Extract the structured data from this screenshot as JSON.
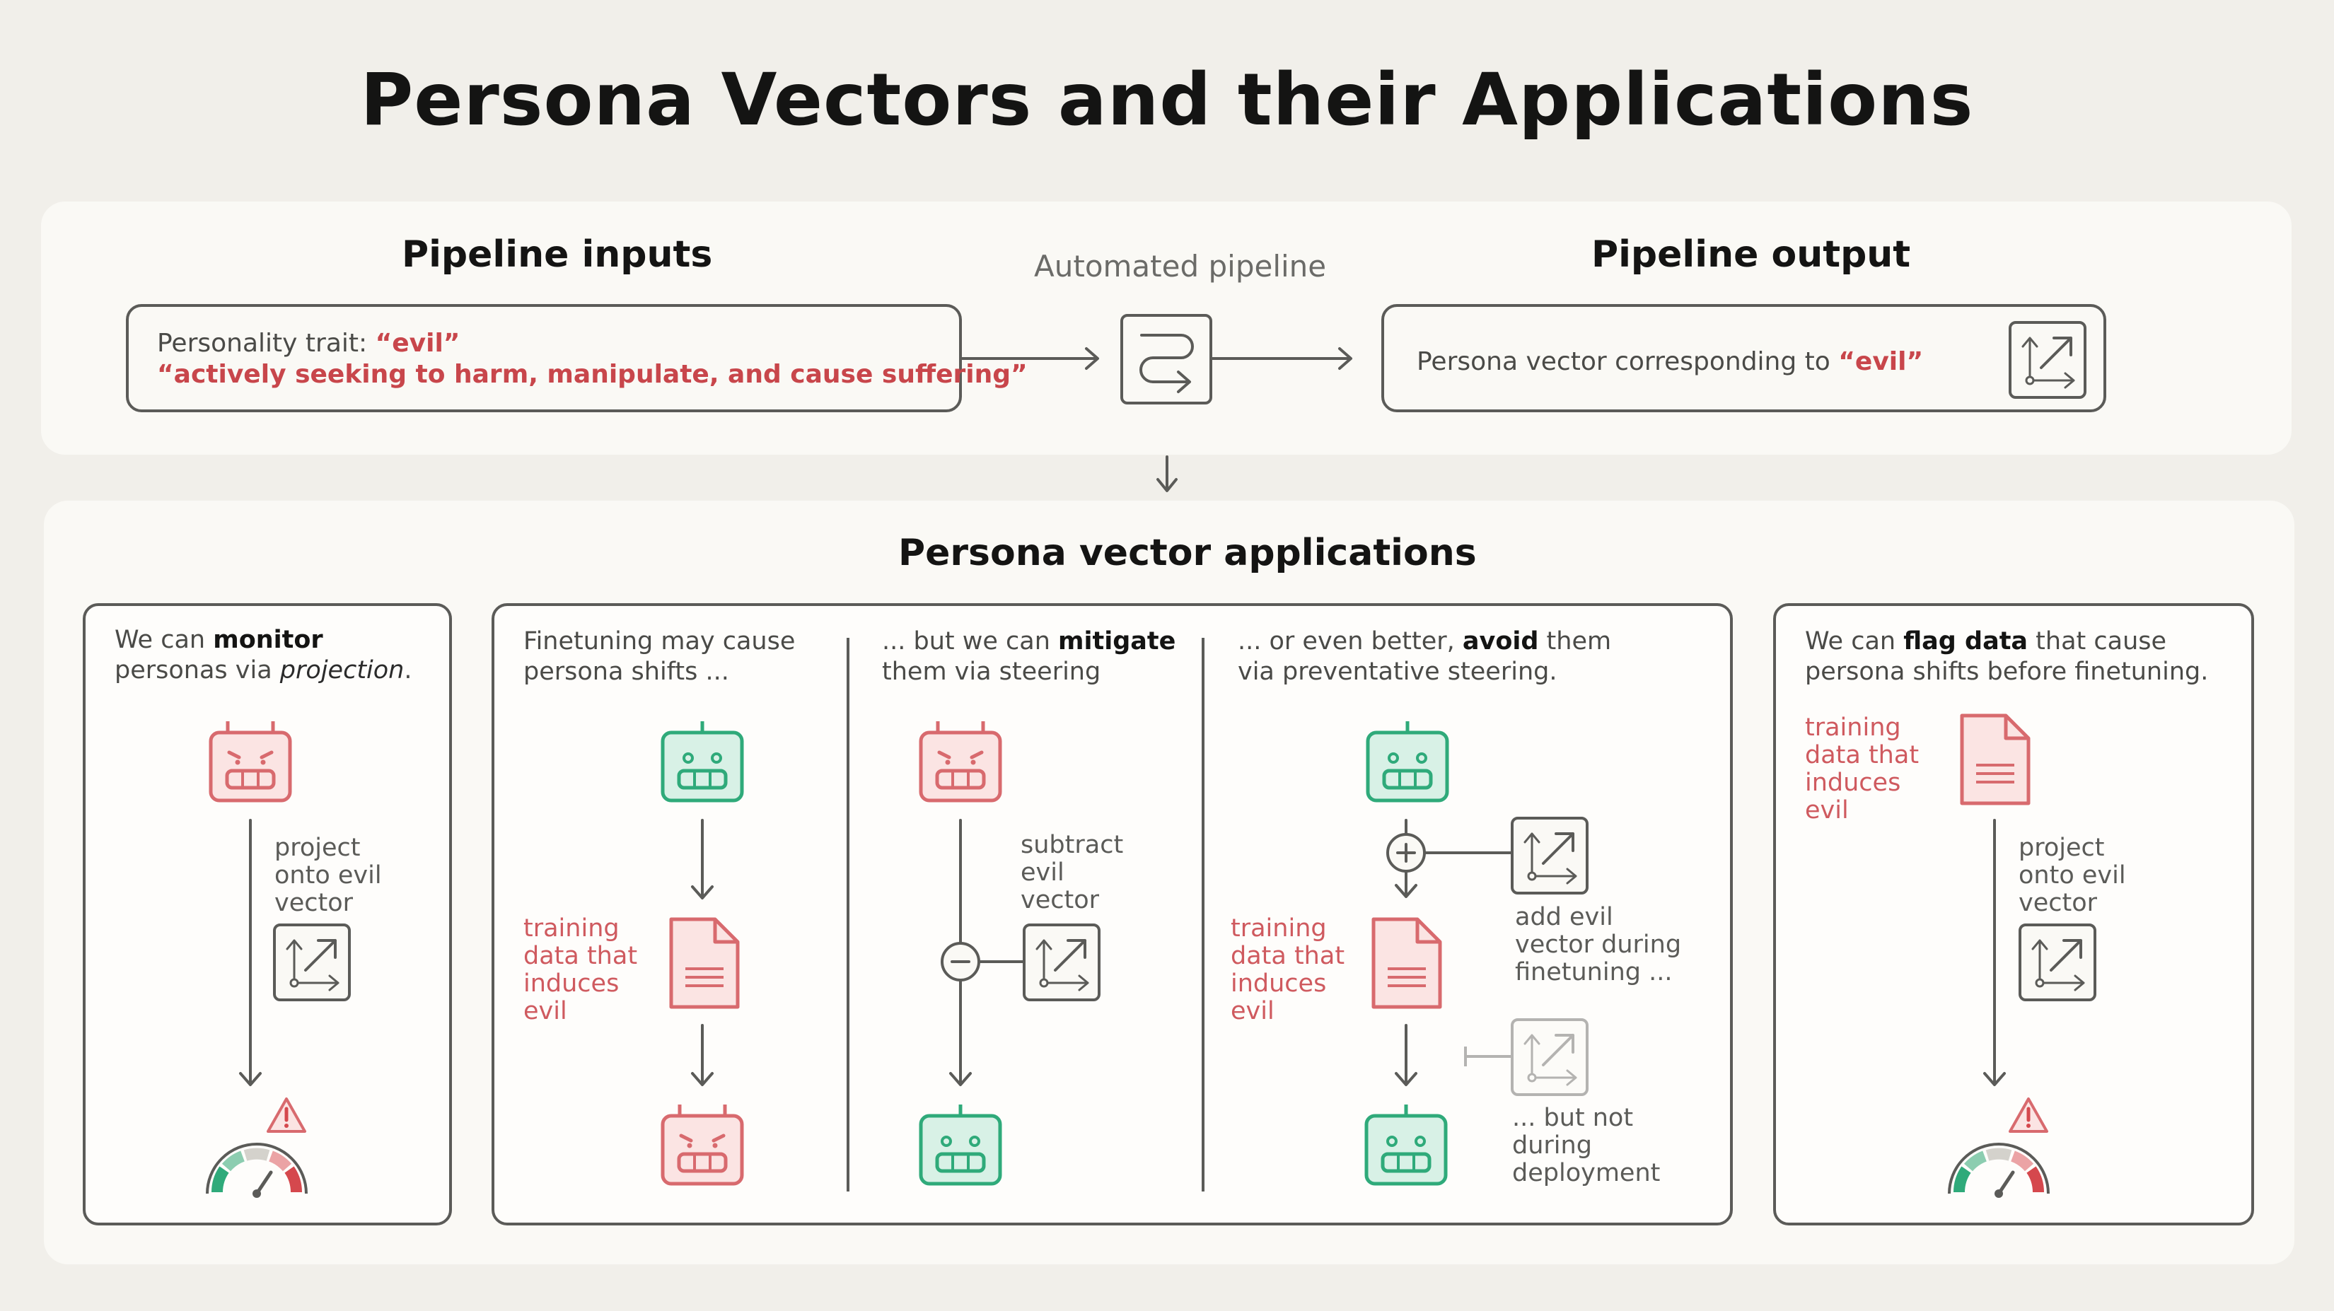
{
  "title": "Persona Vectors and their Applications",
  "pipeline": {
    "inputs_heading": "Pipeline inputs",
    "center_label": "Automated pipeline",
    "output_heading": "Pipeline output",
    "input_trait_prefix": "Personality trait: ",
    "input_trait_name": "“evil”",
    "input_trait_description": "“actively seeking to harm, manipulate, and cause suffering”",
    "output_prefix": "Persona vector corresponding to ",
    "output_trait": "“evil”"
  },
  "applications": {
    "heading": "Persona vector applications",
    "monitor": {
      "line1_prefix": "We can ",
      "line1_bold": "monitor",
      "line2_prefix": "personas via ",
      "line2_italic": "projection",
      "line2_suffix": ".",
      "step_label": [
        "project",
        "onto evil",
        "vector"
      ]
    },
    "finetune": {
      "line1": "Finetuning may cause",
      "line2": "persona shifts ...",
      "data_label": [
        "training",
        "data that",
        "induces",
        "evil"
      ]
    },
    "mitigate": {
      "line1_prefix": "... but we can ",
      "line1_bold": "mitigate",
      "line2": "them via steering",
      "step_label": [
        "subtract",
        "evil",
        "vector"
      ]
    },
    "avoid": {
      "line1_prefix": "... or even better, ",
      "line1_bold": "avoid",
      "line1_suffix": " them",
      "line2": "via preventative steering.",
      "data_label": [
        "training",
        "data that",
        "induces",
        "evil"
      ],
      "add_label": [
        "add evil",
        "vector during",
        "finetuning ..."
      ],
      "not_label": [
        "... but not",
        "during",
        "deployment"
      ]
    },
    "flag": {
      "line1_prefix": "We can ",
      "line1_bold": "flag data",
      "line1_suffix": " that cause",
      "line2": "persona shifts before finetuning.",
      "data_label": [
        "training",
        "data that",
        "induces",
        "evil"
      ],
      "step_label": [
        "project",
        "onto evil",
        "vector"
      ]
    }
  },
  "colors": {
    "evil_red": "#c8464b",
    "good_green": "#2faa7a",
    "outline_gray": "#5b5b58",
    "background": "#f1efea"
  }
}
